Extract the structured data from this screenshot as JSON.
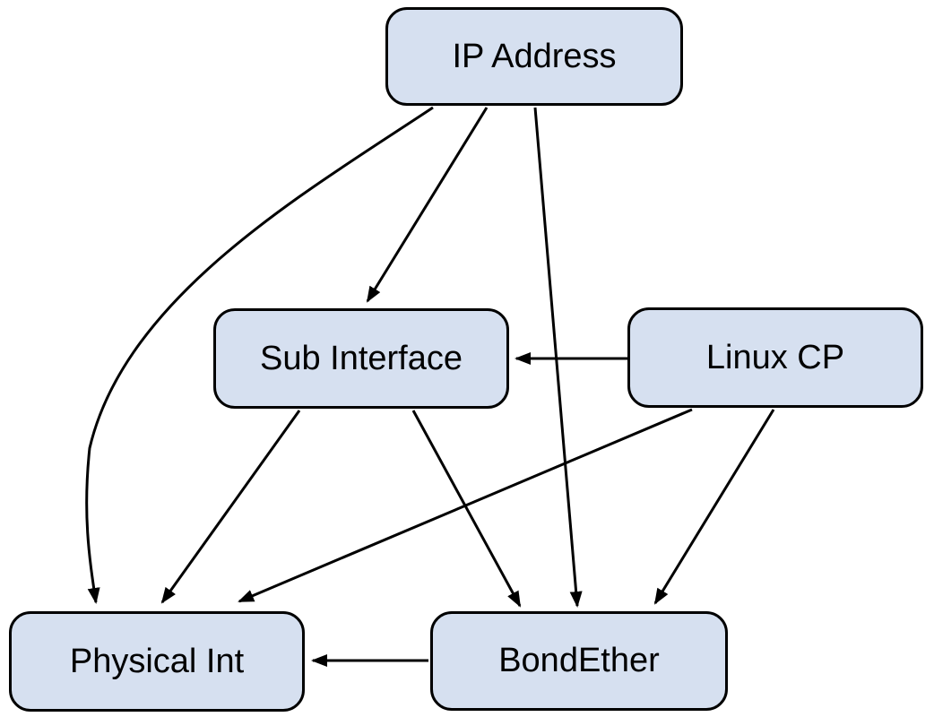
{
  "diagram": {
    "type": "directed-graph",
    "nodes": [
      {
        "id": "ip-address",
        "label": "IP Address"
      },
      {
        "id": "sub-interface",
        "label": "Sub Interface"
      },
      {
        "id": "linux-cp",
        "label": "Linux CP"
      },
      {
        "id": "physical-int",
        "label": "Physical Int"
      },
      {
        "id": "bond-ether",
        "label": "BondEther"
      }
    ],
    "edges": [
      {
        "from": "IP Address",
        "to": "Sub Interface"
      },
      {
        "from": "IP Address",
        "to": "Physical Int"
      },
      {
        "from": "IP Address",
        "to": "BondEther"
      },
      {
        "from": "Linux CP",
        "to": "Sub Interface"
      },
      {
        "from": "Sub Interface",
        "to": "Physical Int"
      },
      {
        "from": "Sub Interface",
        "to": "BondEther"
      },
      {
        "from": "Linux CP",
        "to": "Physical Int"
      },
      {
        "from": "Linux CP",
        "to": "BondEther"
      },
      {
        "from": "BondEther",
        "to": "Physical Int"
      }
    ],
    "colors": {
      "node_fill": "#d6e0f0",
      "node_stroke": "#000000",
      "edge": "#000000",
      "background": "#ffffff"
    }
  }
}
